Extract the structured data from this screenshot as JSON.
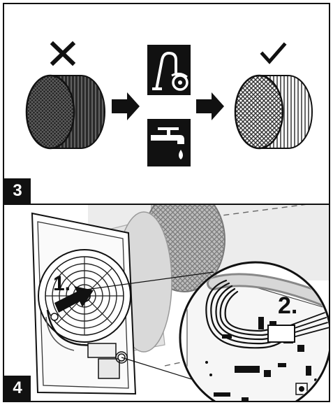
{
  "step3": {
    "number": "3",
    "status_wrong": "✕",
    "status_right": "✓",
    "icons": [
      "vacuum-cleaner-icon",
      "water-tap-icon"
    ]
  },
  "step4": {
    "number": "4",
    "callout_1": "1.",
    "callout_2": "2."
  }
}
